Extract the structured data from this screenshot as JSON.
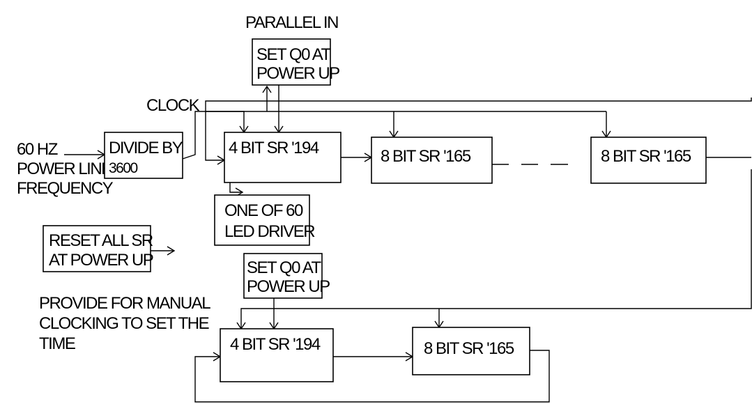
{
  "labels": {
    "parallel_in": "PARALLEL IN",
    "clock": "CLOCK",
    "power_line": [
      "60 HZ",
      "POWER LINE",
      "FREQUENCY"
    ],
    "manual_clock_note": [
      "PROVIDE FOR MANUAL",
      "CLOCKING TO SET THE",
      "TIME"
    ]
  },
  "blocks": {
    "set_q0_top": [
      "SET Q0 AT",
      "POWER UP"
    ],
    "divide_by": [
      "DIVIDE BY",
      "3600"
    ],
    "sr194_top": "4 BIT SR  '194",
    "sr165_a": "8 BIT SR '165",
    "sr165_b": "8 BIT SR '165",
    "led_driver": [
      "ONE OF 60",
      "LED DRIVER"
    ],
    "reset_all": [
      "RESET ALL SR",
      "AT POWER UP"
    ],
    "set_q0_bottom": [
      "SET Q0 AT",
      "POWER UP"
    ],
    "sr194_bottom": "4 BIT SR  '194",
    "sr165_bottom": "8 BIT SR '165"
  }
}
